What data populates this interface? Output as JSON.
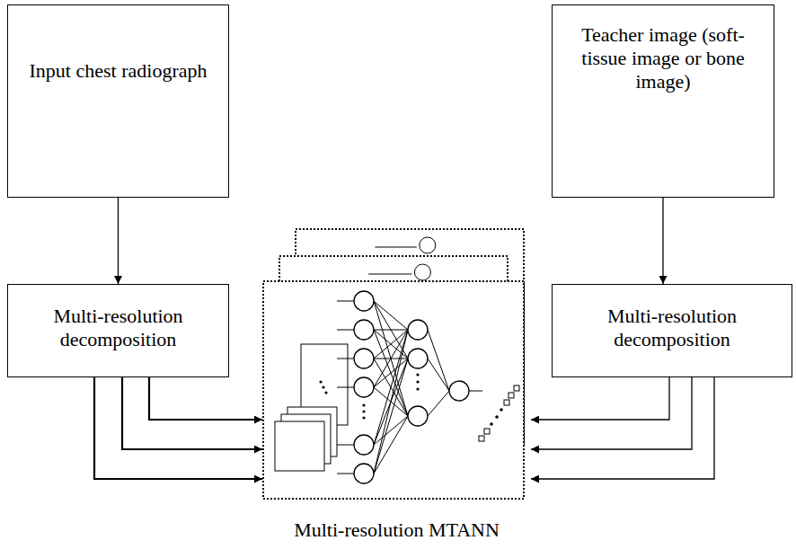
{
  "diagram": {
    "nodes": [
      {
        "text": [
          "Input chest radiograph"
        ]
      },
      {
        "text": [
          "Teacher image (soft-tissue image or bone image)"
        ]
      },
      {
        "text": [
          "Multi-resolution decomposition"
        ]
      },
      {
        "text": [
          "Multi-resolution decomposition"
        ]
      },
      {
        "text": [
          "Multi-resolution MTANN"
        ]
      }
    ],
    "edges": [
      {
        "from": 0,
        "to": 2,
        "arrow": "to"
      },
      {
        "from": 1,
        "to": 3,
        "arrow": "to"
      },
      {
        "from": 2,
        "to": 4,
        "arrow": "to"
      },
      {
        "from": 2,
        "to": 4,
        "arrow": "to"
      },
      {
        "from": 2,
        "to": 4,
        "arrow": "to"
      },
      {
        "from": 3,
        "to": 4,
        "arrow": "to"
      },
      {
        "from": 3,
        "to": 4,
        "arrow": "to"
      },
      {
        "from": 3,
        "to": 4,
        "arrow": "to"
      }
    ]
  }
}
